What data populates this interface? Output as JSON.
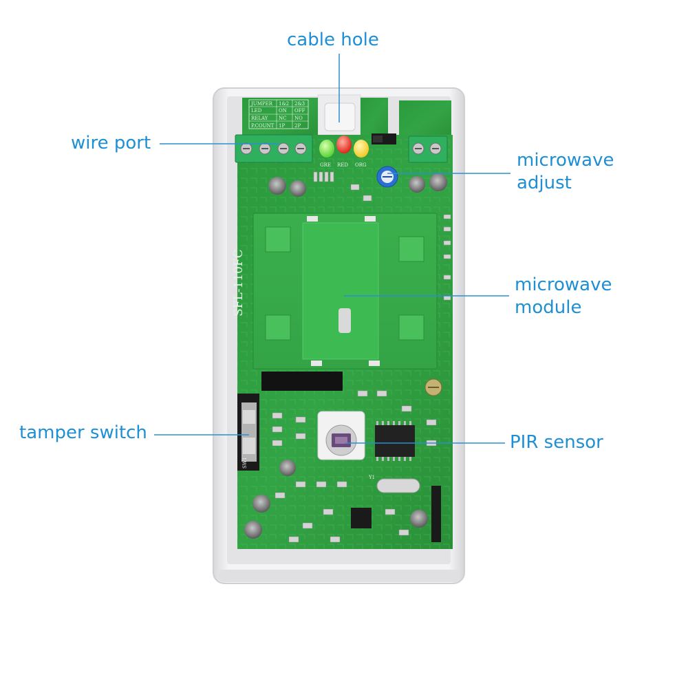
{
  "labels": {
    "cable_hole": "cable hole",
    "wire_port": "wire port",
    "microwave_adjust_line1": "microwave",
    "microwave_adjust_line2": "adjust",
    "microwave_module_line1": "microwave",
    "microwave_module_line2": "module",
    "tamper_switch": "tamper switch",
    "pir_sensor": "PIR sensor"
  },
  "board": {
    "model": "SFL-110FC",
    "table": [
      [
        "JUMPER",
        "1&2",
        "2&3"
      ],
      [
        "LED",
        "ON",
        "OFF"
      ],
      [
        "RELAY",
        "NC",
        "NO"
      ],
      [
        "P.COUNT",
        "1P",
        "2P"
      ]
    ],
    "led_labels": [
      "GRE",
      "RED",
      "ORG"
    ],
    "switch_label": "SW1",
    "crystal_label": "Y1"
  },
  "colors": {
    "callout_text": "#1e8fd4",
    "callout_line": "#2a8fd0",
    "pcb": "#2f9a3f",
    "terminal": "#2fae5c",
    "housing": "#eeeef0"
  }
}
